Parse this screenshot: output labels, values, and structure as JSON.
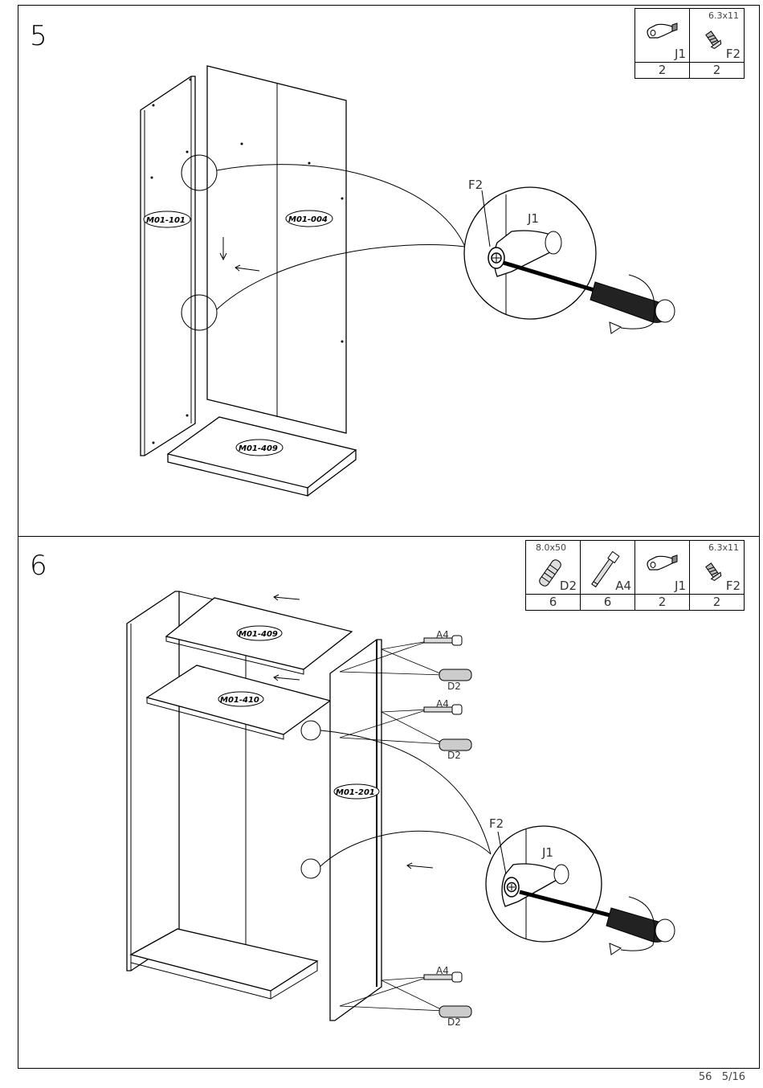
{
  "steps": [
    {
      "number": "5",
      "parts": [
        {
          "icon": "bracket-icon",
          "spec": "",
          "code": "J1",
          "qty": "2"
        },
        {
          "icon": "screw-icon",
          "spec": "6.3x11",
          "code": "F2",
          "qty": "2"
        }
      ],
      "labels": {
        "panel_a": "M01-101",
        "panel_b": "M01-004",
        "base": "M01-409"
      },
      "callouts": {
        "screw": "F2",
        "bracket": "J1"
      }
    },
    {
      "number": "6",
      "parts": [
        {
          "icon": "dowel-icon",
          "spec": "8.0x50",
          "code": "D2",
          "qty": "6"
        },
        {
          "icon": "cam-bolt-icon",
          "spec": "",
          "code": "A4",
          "qty": "6"
        },
        {
          "icon": "bracket-icon",
          "spec": "",
          "code": "J1",
          "qty": "2"
        },
        {
          "icon": "screw-icon",
          "spec": "6.3x11",
          "code": "F2",
          "qty": "2"
        }
      ],
      "labels": {
        "top": "M01-409",
        "shelf": "M01-410",
        "side": "M01-201"
      },
      "callouts": {
        "screw": "F2",
        "bracket": "J1",
        "a4": "A4",
        "d2": "D2"
      }
    }
  ],
  "footer": {
    "model": "56",
    "page": "5/16"
  }
}
